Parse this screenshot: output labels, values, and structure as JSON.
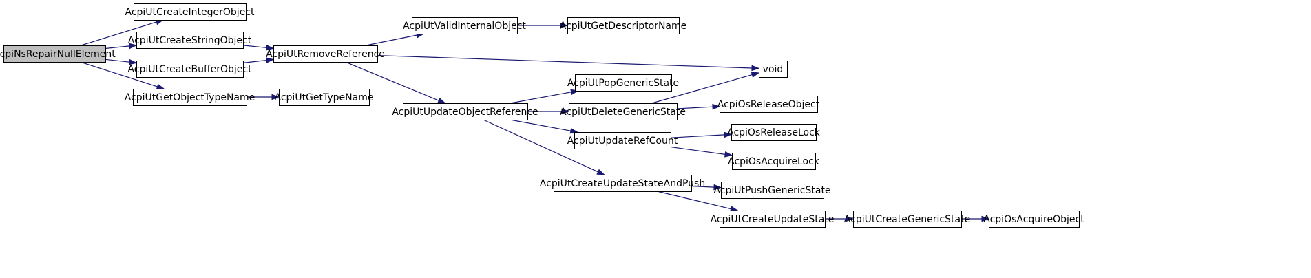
{
  "diagram": {
    "type": "call-graph",
    "colors": {
      "edge": "#191970",
      "node_fill": "#ffffff",
      "root_fill": "#bfbfbf",
      "border": "#000000"
    },
    "nodes": [
      {
        "id": "n0",
        "label": "AcpiNsRepairNullElement",
        "root": true
      },
      {
        "id": "n1",
        "label": "AcpiUtCreateIntegerObject"
      },
      {
        "id": "n2",
        "label": "AcpiUtCreateStringObject"
      },
      {
        "id": "n3",
        "label": "AcpiUtCreateBufferObject"
      },
      {
        "id": "n4",
        "label": "AcpiUtGetObjectTypeName"
      },
      {
        "id": "n5",
        "label": "AcpiUtRemoveReference"
      },
      {
        "id": "n6",
        "label": "AcpiUtGetTypeName"
      },
      {
        "id": "n7",
        "label": "AcpiUtValidInternalObject"
      },
      {
        "id": "n8",
        "label": "AcpiUtGetDescriptorName"
      },
      {
        "id": "n9",
        "label": "AcpiUtUpdateObjectReference"
      },
      {
        "id": "n10",
        "label": "void"
      },
      {
        "id": "n11",
        "label": "AcpiUtPopGenericState"
      },
      {
        "id": "n12",
        "label": "AcpiUtDeleteGenericState"
      },
      {
        "id": "n13",
        "label": "AcpiUtUpdateRefCount"
      },
      {
        "id": "n14",
        "label": "AcpiUtCreateUpdateStateAndPush"
      },
      {
        "id": "n15",
        "label": "AcpiOsReleaseObject"
      },
      {
        "id": "n16",
        "label": "AcpiOsReleaseLock"
      },
      {
        "id": "n17",
        "label": "AcpiOsAcquireLock"
      },
      {
        "id": "n18",
        "label": "AcpiUtPushGenericState"
      },
      {
        "id": "n19",
        "label": "AcpiUtCreateUpdateState"
      },
      {
        "id": "n20",
        "label": "AcpiUtCreateGenericState"
      },
      {
        "id": "n21",
        "label": "AcpiOsAcquireObject"
      }
    ],
    "edges": [
      [
        "n0",
        "n1"
      ],
      [
        "n0",
        "n2"
      ],
      [
        "n0",
        "n3"
      ],
      [
        "n0",
        "n4"
      ],
      [
        "n2",
        "n5"
      ],
      [
        "n3",
        "n5"
      ],
      [
        "n4",
        "n6"
      ],
      [
        "n5",
        "n7"
      ],
      [
        "n5",
        "n10"
      ],
      [
        "n5",
        "n9"
      ],
      [
        "n7",
        "n8"
      ],
      [
        "n9",
        "n11"
      ],
      [
        "n9",
        "n12"
      ],
      [
        "n9",
        "n13"
      ],
      [
        "n9",
        "n14"
      ],
      [
        "n12",
        "n10"
      ],
      [
        "n12",
        "n15"
      ],
      [
        "n13",
        "n16"
      ],
      [
        "n13",
        "n17"
      ],
      [
        "n14",
        "n18"
      ],
      [
        "n14",
        "n19"
      ],
      [
        "n19",
        "n20"
      ],
      [
        "n20",
        "n21"
      ]
    ]
  }
}
